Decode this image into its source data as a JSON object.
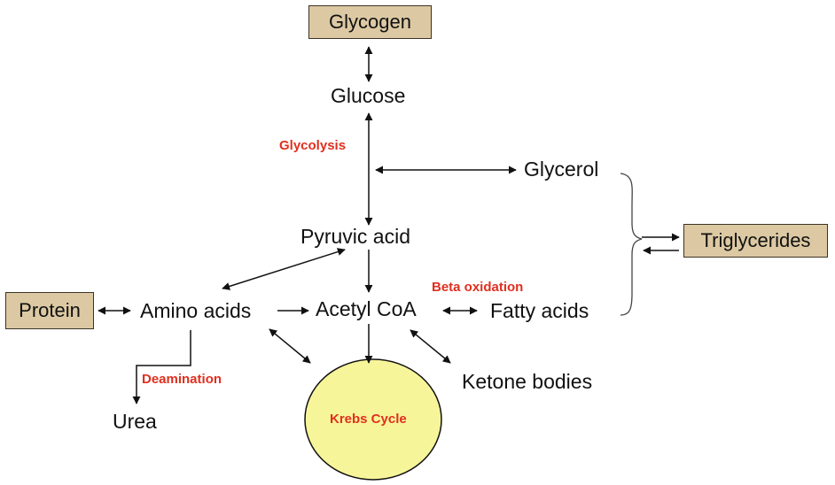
{
  "boxes": {
    "glycogen": "Glycogen",
    "protein": "Protein",
    "triglycerides": "Triglycerides"
  },
  "nodes": {
    "glucose": "Glucose",
    "glycerol": "Glycerol",
    "pyruvic_acid": "Pyruvic acid",
    "amino_acids": "Amino acids",
    "acetyl_coa": "Acetyl CoA",
    "fatty_acids": "Fatty acids",
    "ketone_bodies": "Ketone bodies",
    "urea": "Urea"
  },
  "processes": {
    "glycolysis": "Glycolysis",
    "beta_oxidation": "Beta oxidation",
    "deamination": "Deamination",
    "krebs_cycle": "Krebs Cycle"
  },
  "colors": {
    "box_fill": "#dcc9a3",
    "process_label": "#e02f1f",
    "krebs_fill": "#f7f59a",
    "line": "#111111"
  }
}
